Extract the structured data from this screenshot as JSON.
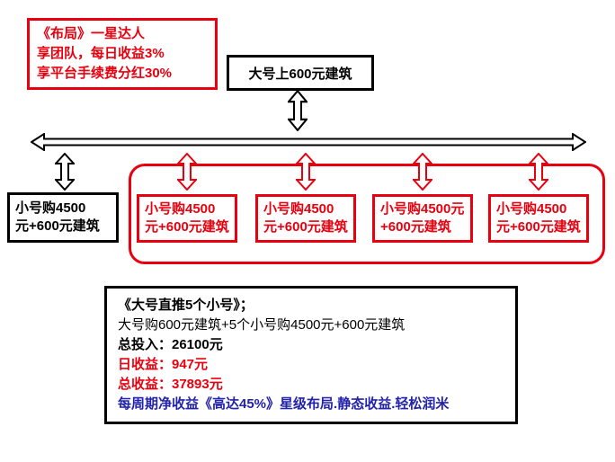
{
  "colors": {
    "red": "#e8000f",
    "blue": "#2222aa",
    "black": "#000000"
  },
  "top_left_note": {
    "lines": [
      "《布局》一星达人",
      "享团队，每日收益3%",
      "享平台手续费分红30%"
    ]
  },
  "top_box": {
    "label": "大号上600元建筑"
  },
  "left_box": {
    "line1": "小号购4500",
    "line2": "元+600元建筑"
  },
  "red_group": {
    "boxes": [
      {
        "line1": "小号购4500",
        "line2": "元+600元建筑"
      },
      {
        "line1": "小号购4500",
        "line2": "元+600元建筑"
      },
      {
        "line1": "小号购4500元",
        "line2": "+600元建筑"
      },
      {
        "line1": "小号购4500",
        "line2": "元+600元建筑"
      }
    ]
  },
  "summary_box": {
    "title": "《大号直推5个小号》；",
    "detail": "大号购600元建筑+5个小号购4500元+600元建筑",
    "total_invest": "总投入：26100元",
    "daily_income": "日收益：947元",
    "total_income": "总收益：37893元",
    "note": "每周期净收益《高达45%》星级布局.静态收益.轻松润米"
  }
}
